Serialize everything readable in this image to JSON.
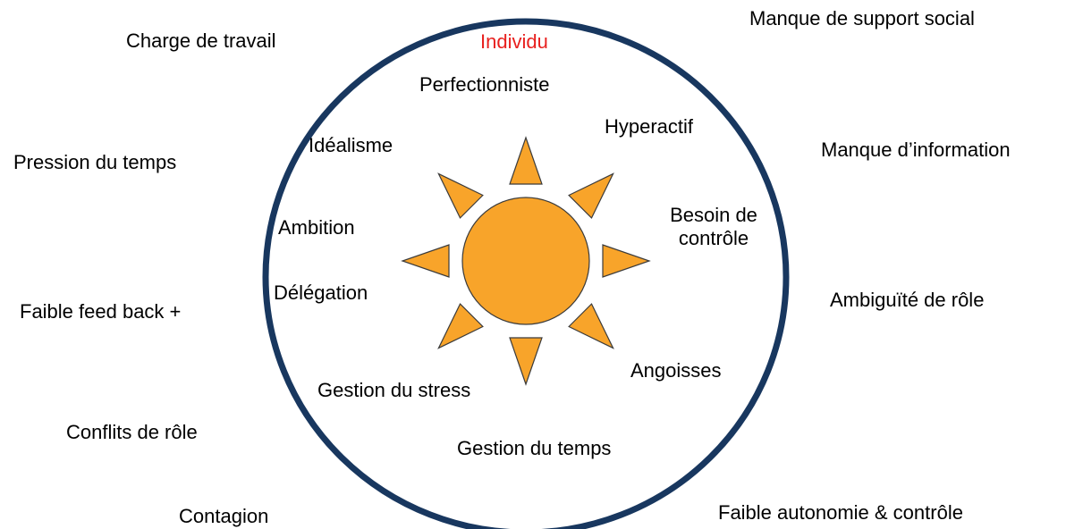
{
  "colors": {
    "circle_stroke": "#18375f",
    "sun_fill": "#f8a42a",
    "sun_stroke": "#3b3b3b",
    "title_text": "#e8201e",
    "text": "#000000"
  },
  "individual": {
    "title": "Individu",
    "factors": [
      "Perfectionniste",
      "Hyperactif",
      "Idéalisme",
      "Besoin de contrôle",
      "Ambition",
      "Délégation",
      "Angoisses",
      "Gestion du stress",
      "Gestion du temps"
    ]
  },
  "environment": {
    "factors": [
      "Charge de travail",
      "Manque de support social",
      "Pression du temps",
      "Manque d’information",
      "Faible feed back +",
      "Ambiguïté de rôle",
      "Conflits de rôle",
      "Contagion",
      "Faible autonomie & contrôle"
    ]
  },
  "sun": {
    "icon": "sun-icon",
    "rays": 8
  }
}
